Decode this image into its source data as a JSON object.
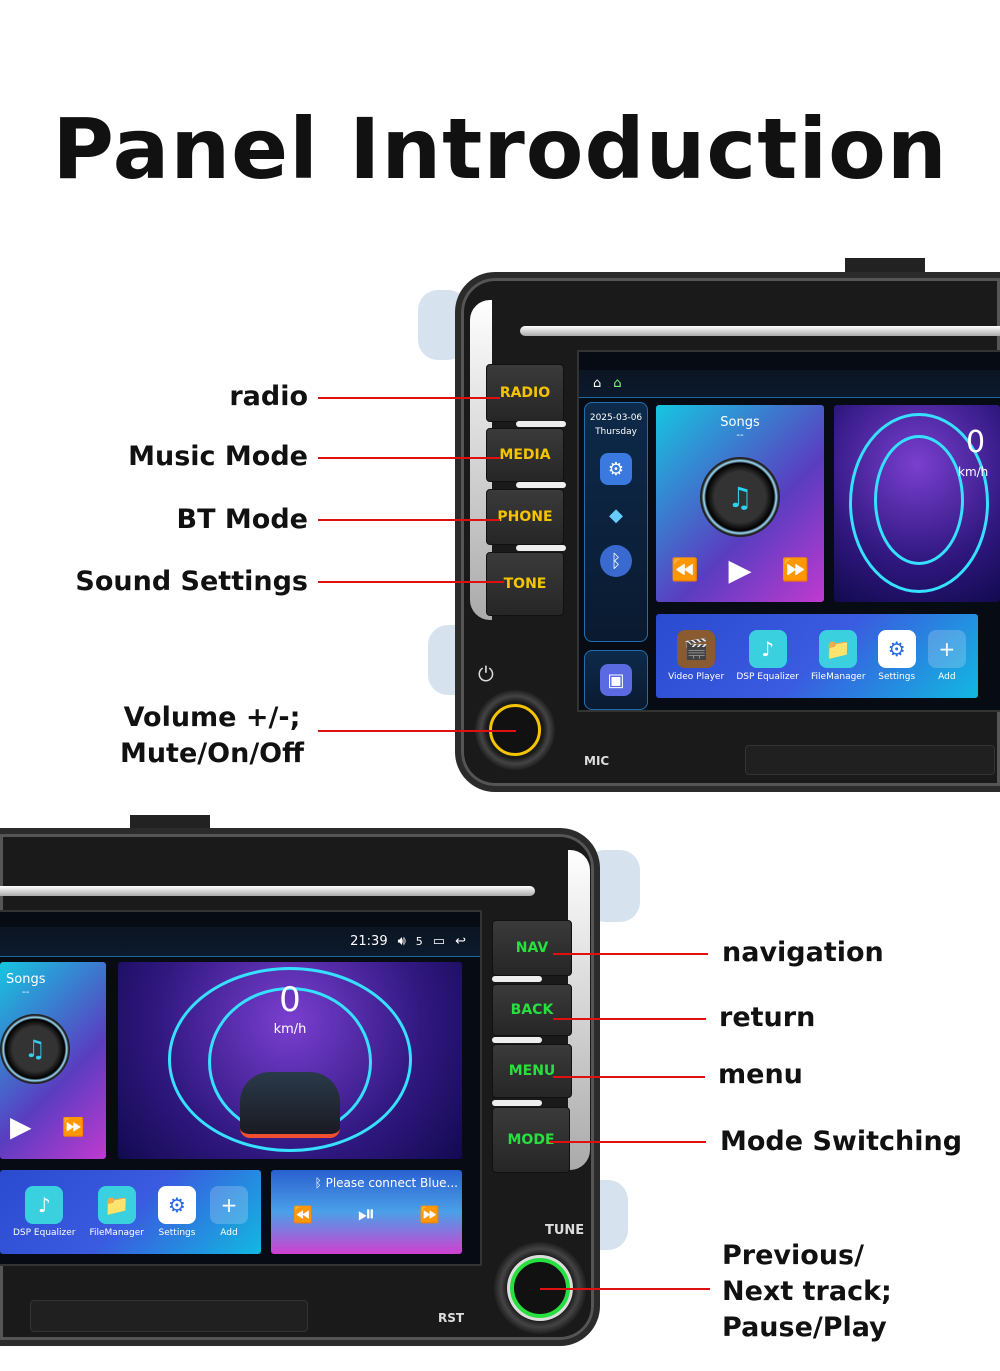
{
  "title": "Panel Introduction",
  "top_unit": {
    "buttons": [
      "RADIO",
      "MEDIA",
      "PHONE",
      "TONE"
    ],
    "mic_label": "MIC",
    "status_icons": [
      "home-outline-icon",
      "house-app-icon"
    ],
    "sidebar": {
      "date": "2025-03-06",
      "day": "Thursday",
      "icons": [
        "settings-cube-icon",
        "diamond-icon",
        "bluetooth-icon",
        "apps-cube-icon"
      ]
    },
    "songs": {
      "title": "Songs",
      "subtitle": "--"
    },
    "speed": {
      "value": "0",
      "unit": "km/h"
    },
    "apps": [
      {
        "label": "Video Player",
        "icon": "video-clapper-icon"
      },
      {
        "label": "DSP Equalizer",
        "icon": "equalizer-icon"
      },
      {
        "label": "FileManager",
        "icon": "folder-icon"
      },
      {
        "label": "Settings",
        "icon": "gear-icon"
      },
      {
        "label": "Add",
        "icon": "plus-icon"
      }
    ],
    "knob_color": "#f6c400"
  },
  "bottom_unit": {
    "buttons": [
      "NAV",
      "BACK",
      "MENU",
      "MODE"
    ],
    "status": {
      "time": "21:39",
      "volume": "5"
    },
    "songs": {
      "title": "Songs",
      "subtitle": "--"
    },
    "speed": {
      "value": "0",
      "unit": "km/h"
    },
    "apps": [
      {
        "label": "DSP Equalizer",
        "icon": "equalizer-icon"
      },
      {
        "label": "FileManager",
        "icon": "folder-icon"
      },
      {
        "label": "Settings",
        "icon": "gear-icon"
      },
      {
        "label": "Add",
        "icon": "plus-icon"
      }
    ],
    "bt_card": {
      "text": "Please connect Blue..."
    },
    "tune_label": "TUNE",
    "rst_label": "RST",
    "knob_color": "#27e040"
  },
  "callouts": {
    "left": [
      "radio",
      "Music Mode",
      "BT Mode",
      "Sound Settings"
    ],
    "volume": [
      "Volume +/-;",
      "Mute/On/Off"
    ],
    "right": [
      "navigation",
      "return",
      "menu",
      "Mode Switching"
    ],
    "track": [
      "Previous/",
      "Next track;",
      "Pause/Play"
    ]
  },
  "colors": {
    "line": "#e01010",
    "button_text_top": "#f6c400",
    "button_text_bottom": "#27e040"
  }
}
